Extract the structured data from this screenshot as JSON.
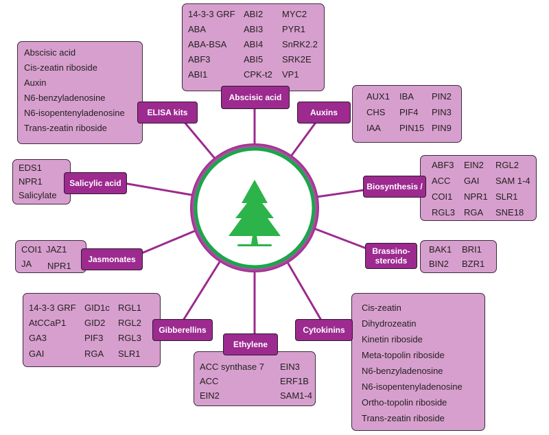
{
  "colors": {
    "box_fill": "#d79fce",
    "tag_fill": "#9c2a8f",
    "ring": "#9c2a8f",
    "hub_ring": "#1aa64a",
    "tree": "#2cb34a",
    "connector": "#9c2a8f"
  },
  "center_icon": "pine-tree-icon",
  "categories": {
    "abscisic_acid": {
      "label": "Abscisic acid",
      "items": [
        "14-3-3 GRF",
        "ABA",
        "ABA-BSA",
        "ABF3",
        "ABI1",
        "ABI2",
        "ABI3",
        "ABI4",
        "ABI5",
        "CPK-t2",
        "MYC2",
        "PYR1",
        "SnRK2.2",
        "SRK2E",
        "VP1"
      ]
    },
    "elisa_kits": {
      "label": "ELISA kits",
      "items": [
        "Abscisic acid",
        "Cis-zeatin riboside",
        "Auxin",
        "N6-benzyladenosine",
        "N6-isopentenyladenosine",
        "Trans-zeatin riboside"
      ]
    },
    "auxins": {
      "label": "Auxins",
      "items": [
        "AUX1",
        "CHS",
        "IAA",
        "IBA",
        "PIF4",
        "PIN15",
        "PIN2",
        "PIN3",
        "PIN9"
      ]
    },
    "salicylic_acid": {
      "label": "Salicylic acid",
      "items": [
        "EDS1",
        "NPR1",
        "Salicylate"
      ]
    },
    "biosynthesis": {
      "label": "Biosynthesis /",
      "items": [
        "ABF3",
        "ACC",
        "COI1",
        "RGL3",
        "EIN2",
        "GAI",
        "NPR1",
        "RGA",
        "RGL2",
        "SAM 1-4",
        "SLR1",
        "SNE18"
      ]
    },
    "jasmonates": {
      "label": "Jasmonates",
      "items": [
        "COI1",
        "JAZ1",
        "JA",
        "NPR1"
      ]
    },
    "brassinosteroids": {
      "label_line1": "Brassino-",
      "label_line2": "steroids",
      "items": [
        "BAK1",
        "BIN2",
        "BRI1",
        "BZR1"
      ]
    },
    "gibberellins": {
      "label": "Gibberellins",
      "items": [
        "14-3-3 GRF",
        "AtCCaP1",
        "GA3",
        "GAI",
        "GID1c",
        "GID2",
        "PIF3",
        "RGA",
        "RGL1",
        "RGL2",
        "RGL3",
        "SLR1"
      ]
    },
    "ethylene": {
      "label": "Ethylene",
      "items": [
        "ACC synthase 7",
        "ACC",
        "EIN2",
        "EIN3",
        "ERF1B",
        "SAM1-4"
      ]
    },
    "cytokinins": {
      "label": "Cytokinins",
      "items": [
        "Cis-zeatin",
        "Dihydrozeatin",
        "Kinetin riboside",
        "Meta-topolin riboside",
        "N6-benzyladenosine",
        "N6-isopentenyladenosine",
        "Ortho-topolin riboside",
        "Trans-zeatin riboside"
      ]
    }
  }
}
